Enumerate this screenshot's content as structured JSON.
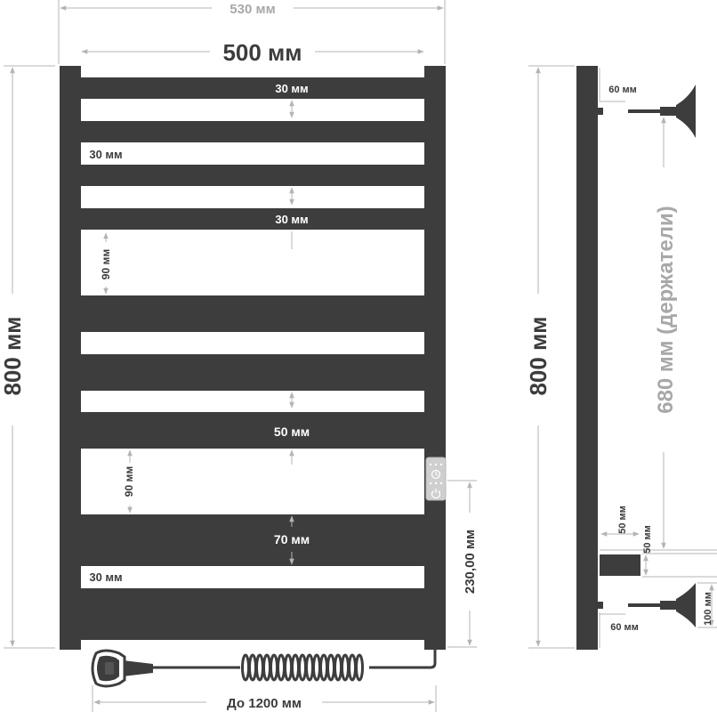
{
  "front_view": {
    "overall_width": "530 мм",
    "inner_width": "500 мм",
    "height": "800 мм",
    "bar_labels": {
      "gap_top": "30 мм",
      "bar_side": "30 мм",
      "gap_mid": "30 мм",
      "gap_large_1": "90 мм",
      "bar_wide": "50 мм",
      "gap_large_2": "90 мм",
      "bar_widest": "70 мм",
      "gap_bottom": "30 мм"
    },
    "control_offset": "230,00 мм",
    "cable_length": "До 1200 мм"
  },
  "side_view": {
    "height": "800 мм",
    "holder_offset_top": "60 мм",
    "holder_spacing": "680 мм (держатели)",
    "bar_depth_label": "50 мм",
    "bar_depth_vertical": "50 мм",
    "holder_offset_bottom": "60 мм",
    "mount_height": "100 мм"
  },
  "colors": {
    "metal": "#3d3d3d",
    "dimension_line": "#b4b4b4",
    "label_dark": "#3c3c3c",
    "label_gray": "#a8a8a8",
    "controller": "#cfcfcf"
  },
  "icons": {
    "control_buttons": "timer-icon",
    "power": "power-icon",
    "plug": "plug-icon"
  }
}
